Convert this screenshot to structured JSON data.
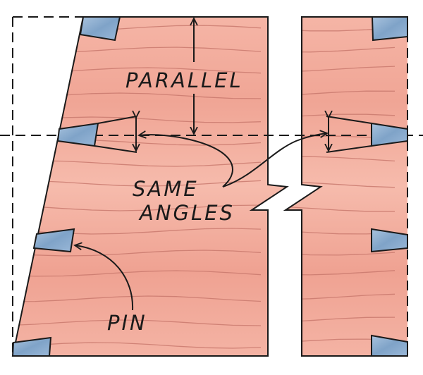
{
  "labels": {
    "parallel": "PARALLEL",
    "same": "SAME",
    "angles": "ANGLES",
    "pin": "PIN"
  },
  "colors": {
    "wood": "#f2ab9d",
    "wood_grain": "#c7776c",
    "pin": "#8fb0d2",
    "ink": "#1a1a1a"
  },
  "icons": [
    "double-arrow-icon",
    "pointer-arrow-icon",
    "break-symbol-icon"
  ]
}
